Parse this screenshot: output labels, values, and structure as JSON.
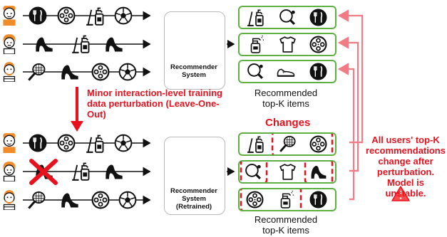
{
  "top_system": {
    "label": "Recommender System"
  },
  "bottom_system": {
    "label": "Recommender System (Retrained)"
  },
  "perturbation_label": "Minor interaction-level training data perturbation (Leave-One-Out)",
  "top_caption": "Recommended top-K items",
  "bottom_caption": "Recommended top-K items",
  "changes_label": "Changes",
  "conclusion": "All users' top-K recommendations change after perturbation. Model is unstable.",
  "colors": {
    "accent_red": "#e8121f",
    "box_green": "#5fb043",
    "link_pink": "#f27b86",
    "net_node": "#7c8599"
  },
  "icons": {
    "users": [
      "person-headband-icon",
      "person-curly-hair-icon",
      "person-bearded-icon"
    ],
    "interactions_top": [
      [
        "dining-icon",
        "film-reel-icon",
        "cleaning-spray-icon",
        "soccer-ball-icon"
      ],
      [
        "high-heel-shoe-icon",
        "cleaning-spray-icon",
        "high-heel-shoe-icon"
      ],
      [
        "tennis-racket-icon",
        "high-heel-shoe-icon",
        "film-reel-icon",
        "soccer-ball-icon"
      ]
    ],
    "interactions_bottom": [
      [
        "dining-icon",
        "film-reel-icon",
        "cleaning-spray-icon",
        "soccer-ball-icon"
      ],
      [
        "removed-high-heel-shoe-icon",
        "cleaning-spray-icon",
        "high-heel-shoe-icon"
      ],
      [
        "tennis-racket-icon",
        "high-heel-shoe-icon",
        "film-reel-icon",
        "soccer-ball-icon"
      ]
    ],
    "recs_top": [
      [
        "cleaning-spray-icon",
        "ping-pong-icon",
        "dining-icon"
      ],
      [
        "spray-bottle-icon",
        "tshirt-icon",
        "film-reel-icon"
      ],
      [
        "ping-pong-icon",
        "sneaker-icon",
        "dining-icon"
      ]
    ],
    "recs_bottom": [
      [
        "cleaning-spray-icon",
        "tennis-racket-icon",
        "film-reel-icon"
      ],
      [
        "ping-pong-icon",
        "tshirt-icon",
        "high-heel-shoe-icon"
      ],
      [
        "film-reel-icon",
        "spray-bottle-icon",
        "dining-icon"
      ]
    ],
    "warning": "warning-triangle-icon"
  }
}
